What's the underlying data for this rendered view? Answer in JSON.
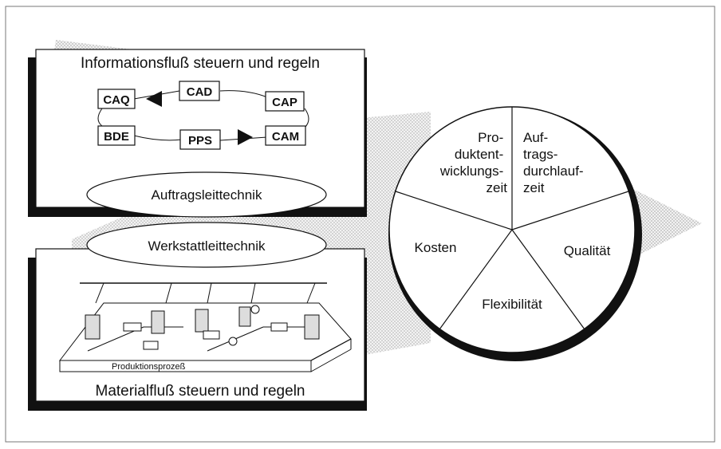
{
  "information_panel": {
    "title": "Informationsfluß steuern und regeln",
    "boxes": {
      "caq": "CAQ",
      "cad": "CAD",
      "cap": "CAP",
      "bde": "BDE",
      "pps": "PPS",
      "cam": "CAM"
    }
  },
  "ellipses": {
    "upper": "Auftragsleittechnik",
    "lower": "Werkstattleittechnik"
  },
  "material_panel": {
    "title": "Materialfluß steuern und regeln",
    "production_label": "Produktionsprozeß"
  },
  "pie": {
    "segments": [
      {
        "lines": [
          "Pro-",
          "duktent-",
          "wicklungs-",
          "zeit"
        ]
      },
      {
        "lines": [
          "Auf-",
          "trags-",
          "durchlauf-",
          "zeit"
        ]
      },
      {
        "lines": [
          "Qualität"
        ]
      },
      {
        "lines": [
          "Flexibilität"
        ]
      },
      {
        "lines": [
          "Kosten"
        ]
      }
    ]
  },
  "colors": {
    "line": "#111111",
    "shadow": "#111111",
    "halftone": "#c8c8c8"
  }
}
